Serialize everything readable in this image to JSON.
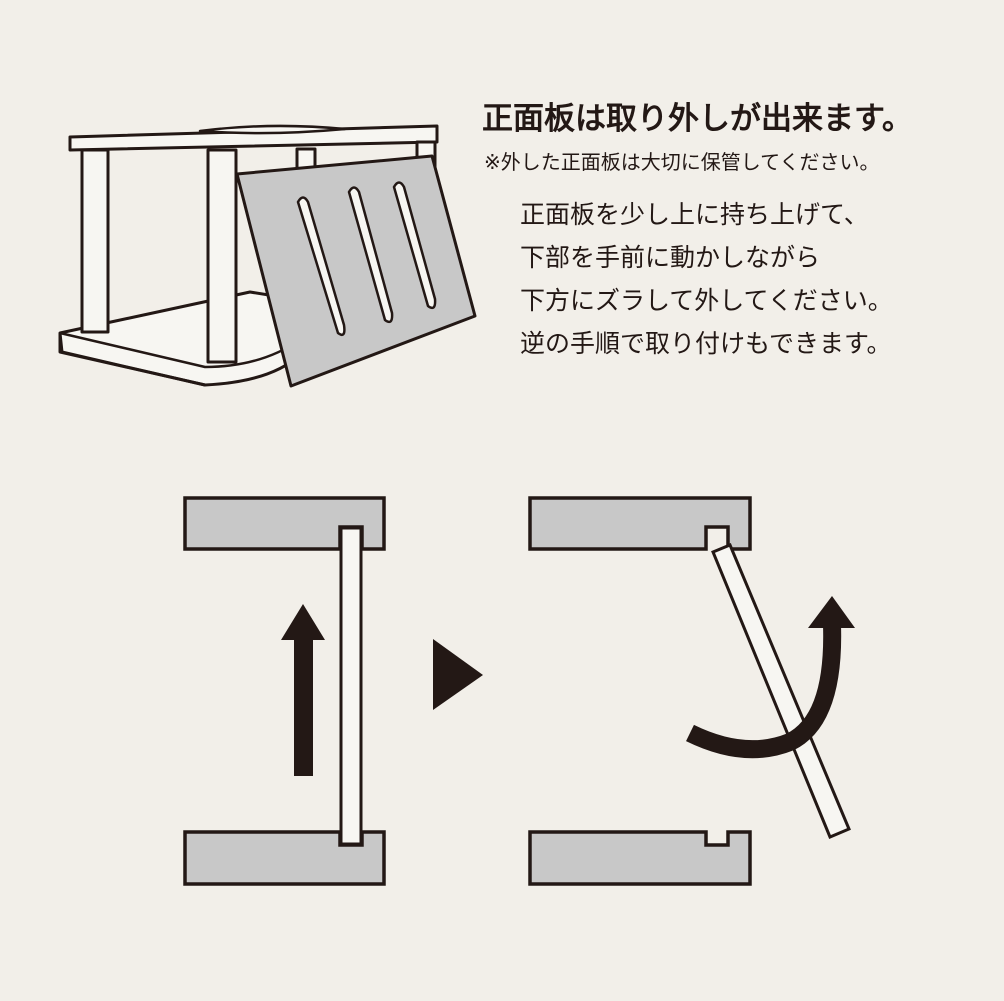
{
  "heading": "正面板は取り外しが出来ます。",
  "note": "※外した正面板は大切に保管してください。",
  "instructions": [
    "正面板を少し上に持ち上げて、",
    "下部を手前に動かしながら",
    "下方にズラして外してください。",
    "逆の手順で取り付けもできます。"
  ],
  "colors": {
    "background": "#f2efe9",
    "outline": "#231815",
    "panel_fill": "#c8c8c8",
    "light_fill": "#f7f6f2"
  }
}
